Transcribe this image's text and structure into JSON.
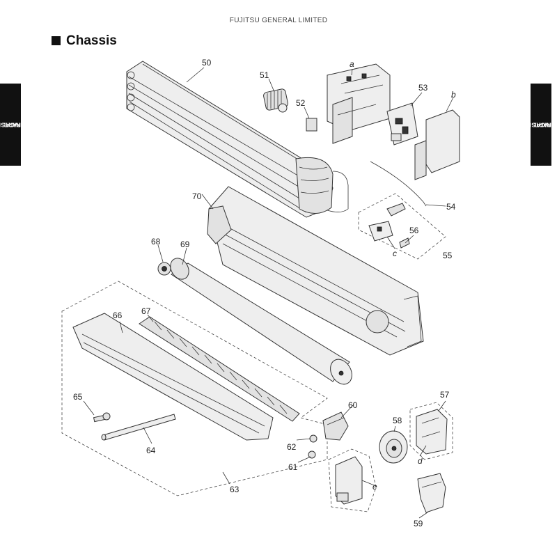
{
  "header": {
    "company": "FUJITSU GENERAL LIMITED"
  },
  "section": {
    "title": "Chassis"
  },
  "side_tab": {
    "left_line1": "TECHNICAL DATA",
    "left_line2": "AND PARTS LIST",
    "right_line1": "TECHNICAL DATA",
    "right_line2": "AND PARTS LIST"
  },
  "callouts": {
    "p50": "50",
    "p51": "51",
    "p52": "52",
    "p53": "53",
    "p54": "54",
    "p55": "55",
    "p56": "56",
    "p57": "57",
    "p58": "58",
    "p59": "59",
    "p60": "60",
    "p61": "61",
    "p62": "62",
    "p63": "63",
    "p64": "64",
    "p65": "65",
    "p66": "66",
    "p67": "67",
    "p68": "68",
    "p69": "69",
    "p70": "70"
  },
  "letters": {
    "a": "a",
    "b": "b",
    "c": "c",
    "d": "d",
    "e": "e"
  }
}
